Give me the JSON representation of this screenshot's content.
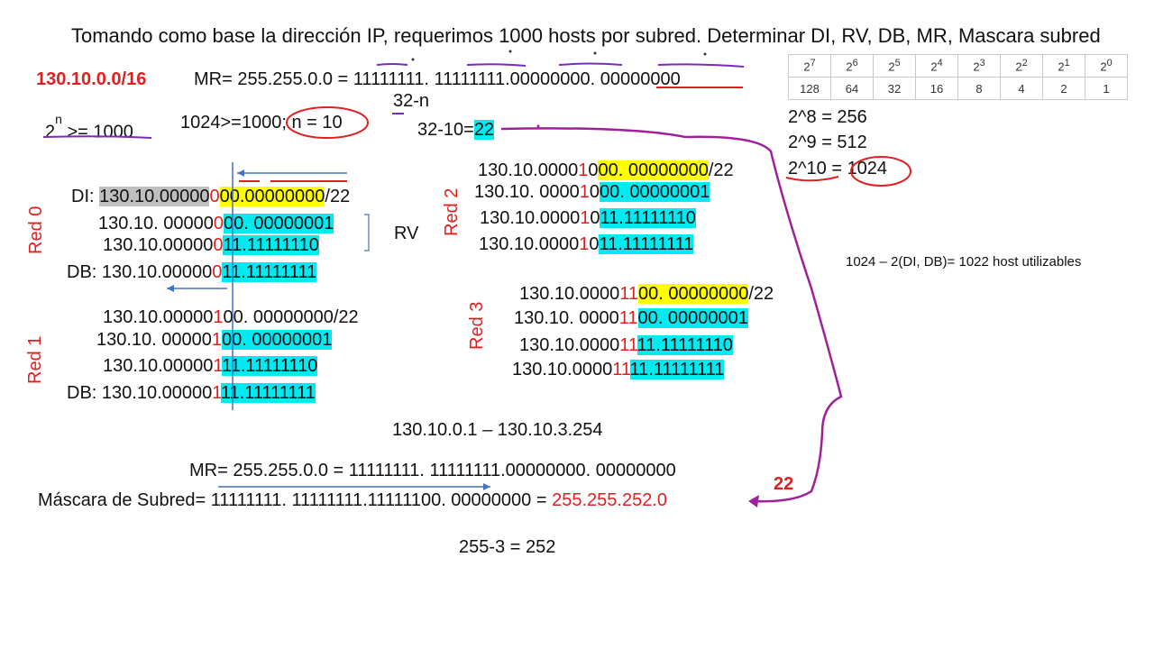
{
  "title": "Tomando como base la dirección IP, requerimos 1000 hosts por subred. Determinar DI, RV, DB, MR, Mascara subred",
  "network": "130.10.0.0/16",
  "mr_line": {
    "label": "MR= 255.255.0.0 = 11111111. 11111111.00000000.",
    "host": "00000000"
  },
  "n_formula": {
    "base": "2",
    "exp": "n",
    "rest": " >= 1000"
  },
  "calc_1024": {
    "a": "1024>=1000;",
    "b": "n = 10"
  },
  "bits_32n": "32-n",
  "calc_22": {
    "a": "32-10=",
    "b": "22"
  },
  "powers_table": {
    "exps": [
      "7",
      "6",
      "5",
      "4",
      "3",
      "2",
      "1",
      "0"
    ],
    "values": [
      "128",
      "64",
      "32",
      "16",
      "8",
      "4",
      "2",
      "1"
    ]
  },
  "powers": {
    "p8": "2^8 = 256",
    "p9": "2^9 = 512",
    "p10a": "2^10",
    "p10b": " = ",
    "p10c": "1024"
  },
  "hosts_note": "1024 – 2(DI, DB)= 1022 host utilizables",
  "red0": {
    "label": "Red 0",
    "di": {
      "prefix": "DI: ",
      "g": "130.10.00000",
      "r": "0",
      "y": "00.00000000",
      "s": "/22"
    },
    "rv1": {
      "k": "130.10. 00000",
      "r": "0",
      "c": "00. 00000001"
    },
    "rv2": {
      "k": "130.10.00000",
      "r": "0",
      "c": "11.11111110"
    },
    "db": {
      "k": "DB: 130.10.00000",
      "r": "0",
      "c": "11.11111111"
    },
    "rv_label": "RV"
  },
  "red1": {
    "label": "Red 1",
    "l1": {
      "k": "130.10.00000",
      "r": "1",
      "k2": "00. 00000000/22"
    },
    "l2": {
      "k": "130.10. 00000",
      "r": "1",
      "c": "00. 00000001"
    },
    "l3": {
      "k": "130.10.00000",
      "r": "1",
      "c": "11.11111110"
    },
    "l4": {
      "k": "DB: 130.10.00000",
      "r": "1",
      "c": "11.11111111"
    }
  },
  "red2": {
    "label": "Red 2",
    "l1": {
      "k": "130.10.0000",
      "r": "1",
      "k2": "0",
      "y": "00. 00000000",
      "s": "/22"
    },
    "l2": {
      "k": "130.10. 0000",
      "r": "1",
      "k2": "0",
      "c": "00. 00000001"
    },
    "l3": {
      "k": "130.10.0000",
      "r": "1",
      "k2": "0",
      "c": "11.11111110"
    },
    "l4": {
      "k": "130.10.0000",
      "r": "1",
      "k2": "0",
      "c": "11.11111111"
    }
  },
  "red3": {
    "label": "Red 3",
    "l1": {
      "k": "130.10.0000",
      "r": "11",
      "y": "00. 00000000",
      "s": "/22"
    },
    "l2": {
      "k": "130.10. 0000",
      "r": "11",
      "c": "00. 00000001"
    },
    "l3": {
      "k": "130.10.0000",
      "r": "11",
      "c": "11.11111110"
    },
    "l4": {
      "k": "130.10.0000",
      "r": "11",
      "c": "11.11111111"
    }
  },
  "range": "130.10.0.1 – 130.10.3.254",
  "mr_bottom": "MR= 255.255.0.0 = 11111111. 11111111.00000000. 00000000",
  "mask": {
    "label": "Máscara de Subred= 11111111. 11111111.11111100. 00000000 = ",
    "value": "255.255.252.0"
  },
  "annot_22": "22",
  "calc_252": "255-3 = 252",
  "colors": {
    "red": "#e02020",
    "cyan": "#00eaf2",
    "yellow": "#ffff00",
    "purple": "#9b1a9b",
    "blue": "#4472c4"
  }
}
